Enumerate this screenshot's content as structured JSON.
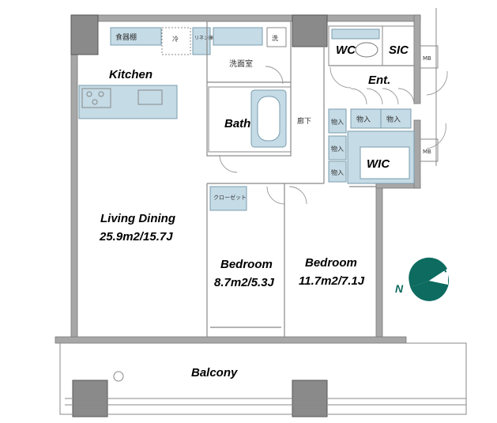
{
  "rooms": {
    "kitchen": "Kitchen",
    "living_line1": "Living Dining",
    "living_line2": "25.9m2/15.7J",
    "bath": "Bath",
    "wc": "WC",
    "sic": "SIC",
    "ent": "Ent.",
    "wic": "WIC",
    "bedroom1_line1": "Bedroom",
    "bedroom1_line2": "8.7m2/5.3J",
    "bedroom2_line1": "Bedroom",
    "bedroom2_line2": "11.7m2/7.1J",
    "balcony": "Balcony"
  },
  "fixtures": {
    "dishwasher": "食器棚",
    "fridge": "冷",
    "linen": "リネン庫",
    "wash": "洗",
    "washroom": "洗面室",
    "corridor": "廊下",
    "storage_1": "物入",
    "storage_2": "物入",
    "storage_3": "物入",
    "storage_4": "物入",
    "storage_5": "物入",
    "closet": "クローゼット",
    "mb_top": "MB",
    "mb_bottom": "MB"
  },
  "compass": {
    "north_label": "N",
    "color": "#0d6b60"
  },
  "colors": {
    "wall": "#a7a7a7",
    "fixture": "#c5dbe6",
    "column": "#8a8a8a"
  }
}
